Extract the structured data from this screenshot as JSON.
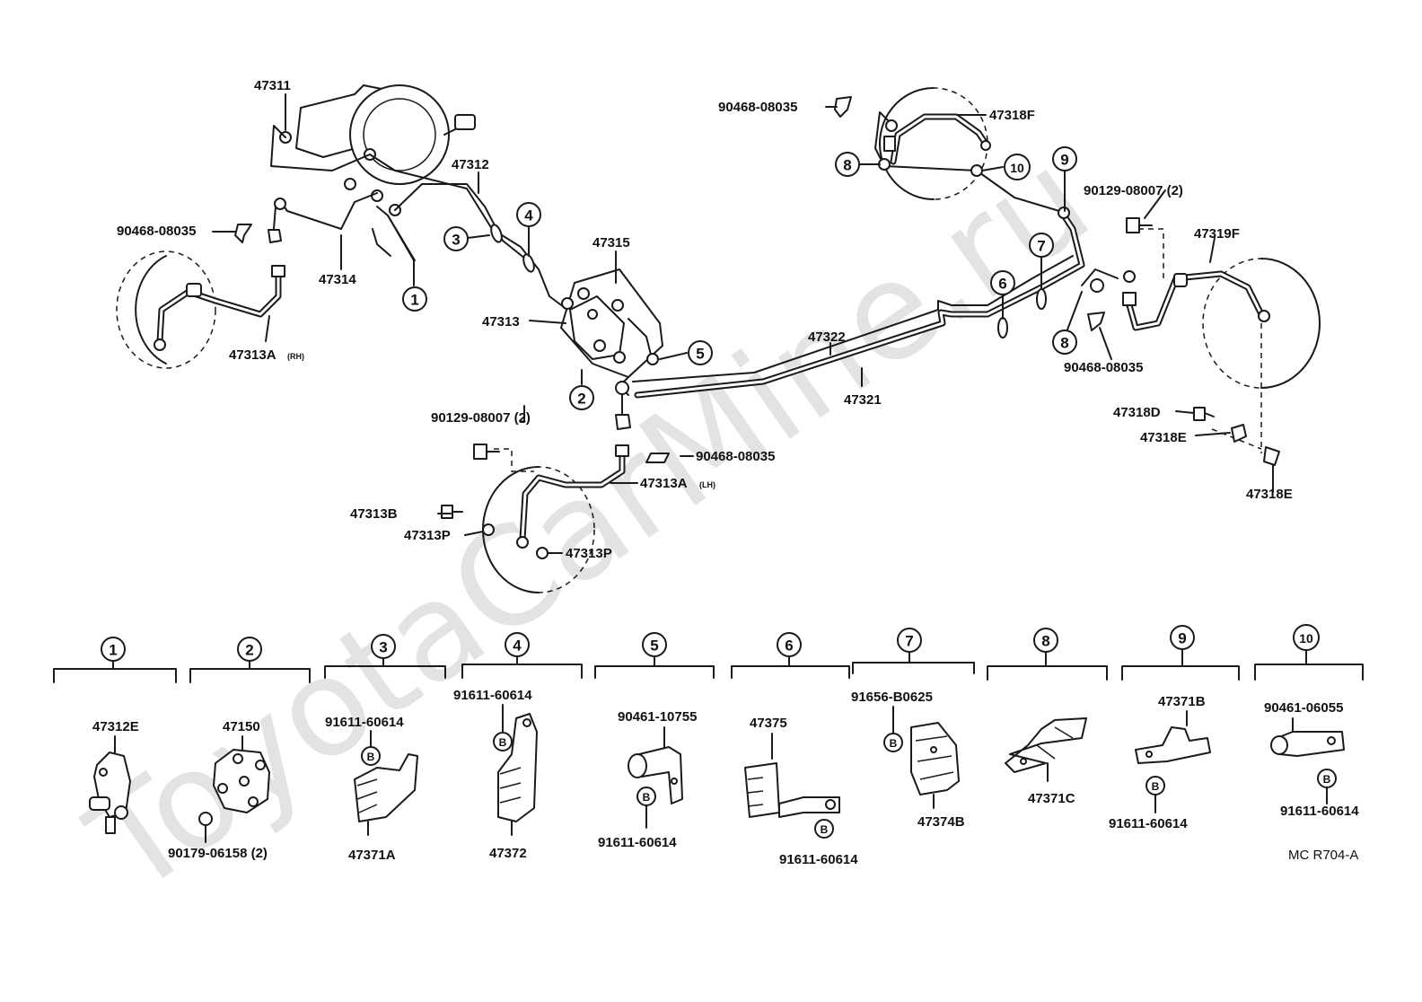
{
  "watermark": "ToyotaCarMine.ru",
  "diagram_code": "MC R704-A",
  "callout_numbers": [
    "1",
    "2",
    "3",
    "4",
    "5",
    "6",
    "7",
    "8",
    "9",
    "10"
  ],
  "bolt_mark": "B",
  "labels": {
    "p47311": "47311",
    "p47312": "47312",
    "p90468_left": "90468-08035",
    "p47314": "47314",
    "p47313A_rh": "47313A",
    "rh": "(RH)",
    "p47313": "47313",
    "p47315": "47315",
    "p90129_center": "90129-08007 (2)",
    "p90468_center": "90468-08035",
    "p47313A_lh": "47313A",
    "lh": "(LH)",
    "p47313B": "47313B",
    "p47313P_a": "47313P",
    "p47313P_b": "47313P",
    "p47322": "47322",
    "p47321": "47321",
    "p90468_top": "90468-08035",
    "p47318F": "47318F",
    "p90129_right": "90129-08007 (2)",
    "p47319F": "47319F",
    "p90468_right": "90468-08035",
    "p47318D": "47318D",
    "p47318E_a": "47318E",
    "p47318E_b": "47318E"
  },
  "detail_groups": [
    {
      "number": "1",
      "parts": [
        "47312E"
      ]
    },
    {
      "number": "2",
      "parts": [
        "47150",
        "90179-06158 (2)"
      ]
    },
    {
      "number": "3",
      "parts": [
        "91611-60614",
        "47371A"
      ]
    },
    {
      "number": "4",
      "parts": [
        "91611-60614",
        "47372"
      ]
    },
    {
      "number": "5",
      "parts": [
        "90461-10755",
        "91611-60614"
      ]
    },
    {
      "number": "6",
      "parts": [
        "47375",
        "91611-60614"
      ]
    },
    {
      "number": "7",
      "parts": [
        "91656-B0625",
        "47374B"
      ]
    },
    {
      "number": "8",
      "parts": [
        "47371C"
      ]
    },
    {
      "number": "9",
      "parts": [
        "47371B",
        "91611-60614"
      ]
    },
    {
      "number": "10",
      "parts": [
        "90461-06055",
        "91611-60614"
      ]
    }
  ]
}
